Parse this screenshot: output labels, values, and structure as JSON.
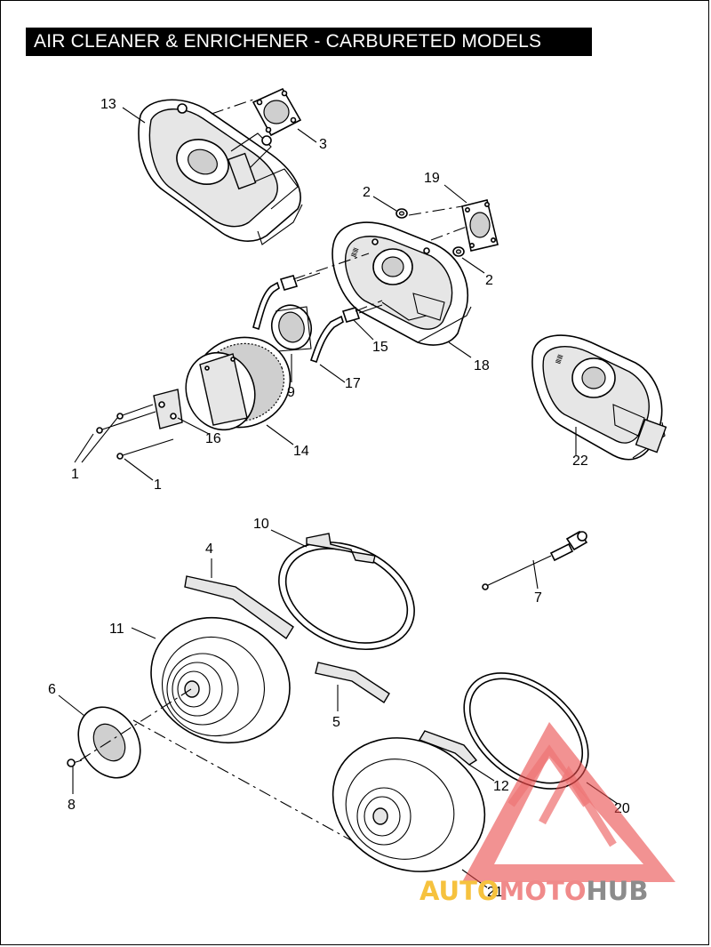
{
  "title": "AIR CLEANER & ENRICHENER - CARBURETED MODELS",
  "callouts": [
    {
      "id": "c13",
      "label": "13"
    },
    {
      "id": "c3",
      "label": "3"
    },
    {
      "id": "c2a",
      "label": "2"
    },
    {
      "id": "c19",
      "label": "19"
    },
    {
      "id": "c2b",
      "label": "2"
    },
    {
      "id": "c15",
      "label": "15"
    },
    {
      "id": "c18",
      "label": "18"
    },
    {
      "id": "c9",
      "label": "9"
    },
    {
      "id": "c17",
      "label": "17"
    },
    {
      "id": "c16",
      "label": "16"
    },
    {
      "id": "c14",
      "label": "14"
    },
    {
      "id": "c1a",
      "label": "1"
    },
    {
      "id": "c1b",
      "label": "1"
    },
    {
      "id": "c22",
      "label": "22"
    },
    {
      "id": "c10",
      "label": "10"
    },
    {
      "id": "c4",
      "label": "4"
    },
    {
      "id": "c7",
      "label": "7"
    },
    {
      "id": "c11",
      "label": "11"
    },
    {
      "id": "c6",
      "label": "6"
    },
    {
      "id": "c5",
      "label": "5"
    },
    {
      "id": "c12",
      "label": "12"
    },
    {
      "id": "c20",
      "label": "20"
    },
    {
      "id": "c8",
      "label": "8"
    },
    {
      "id": "c21",
      "label": "21"
    }
  ],
  "watermark": {
    "part1": "AUTO",
    "part2": "MOTO",
    "part3": "HUB",
    "color1": "#f6c23e",
    "color2": "#f08a8a",
    "color3": "#8c8c8c",
    "logo_color": "#e84a4a"
  },
  "colors": {
    "line": "#000000",
    "background": "#ffffff",
    "title_bg": "#000000",
    "title_fg": "#ffffff"
  }
}
